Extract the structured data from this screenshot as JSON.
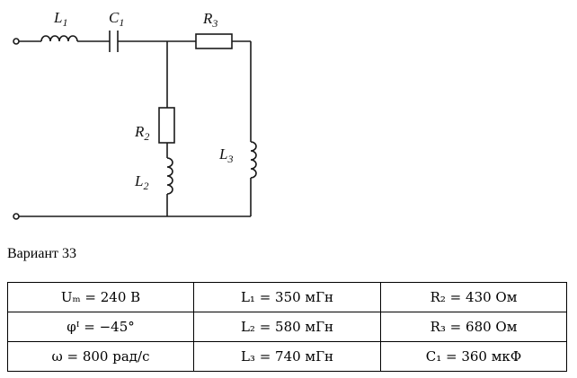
{
  "diagram": {
    "labels": [
      {
        "main": "L",
        "sub": "1"
      },
      {
        "main": "C",
        "sub": "1"
      },
      {
        "main": "R",
        "sub": "3"
      },
      {
        "main": "R",
        "sub": "2"
      },
      {
        "main": "L",
        "sub": "2"
      },
      {
        "main": "L",
        "sub": "3"
      }
    ]
  },
  "variant": {
    "title": "Вариант 33"
  },
  "table": {
    "rows": [
      [
        "Uₘ = 240 B",
        "L₁ = 350 мГн",
        "R₂ = 430 Ом"
      ],
      [
        "φᴵ = −45°",
        "L₂ = 580 мГн",
        "R₃ = 680 Ом"
      ],
      [
        "ω = 800 рад/c",
        "L₃ = 740 мГн",
        "C₁ = 360 мкФ"
      ]
    ]
  }
}
